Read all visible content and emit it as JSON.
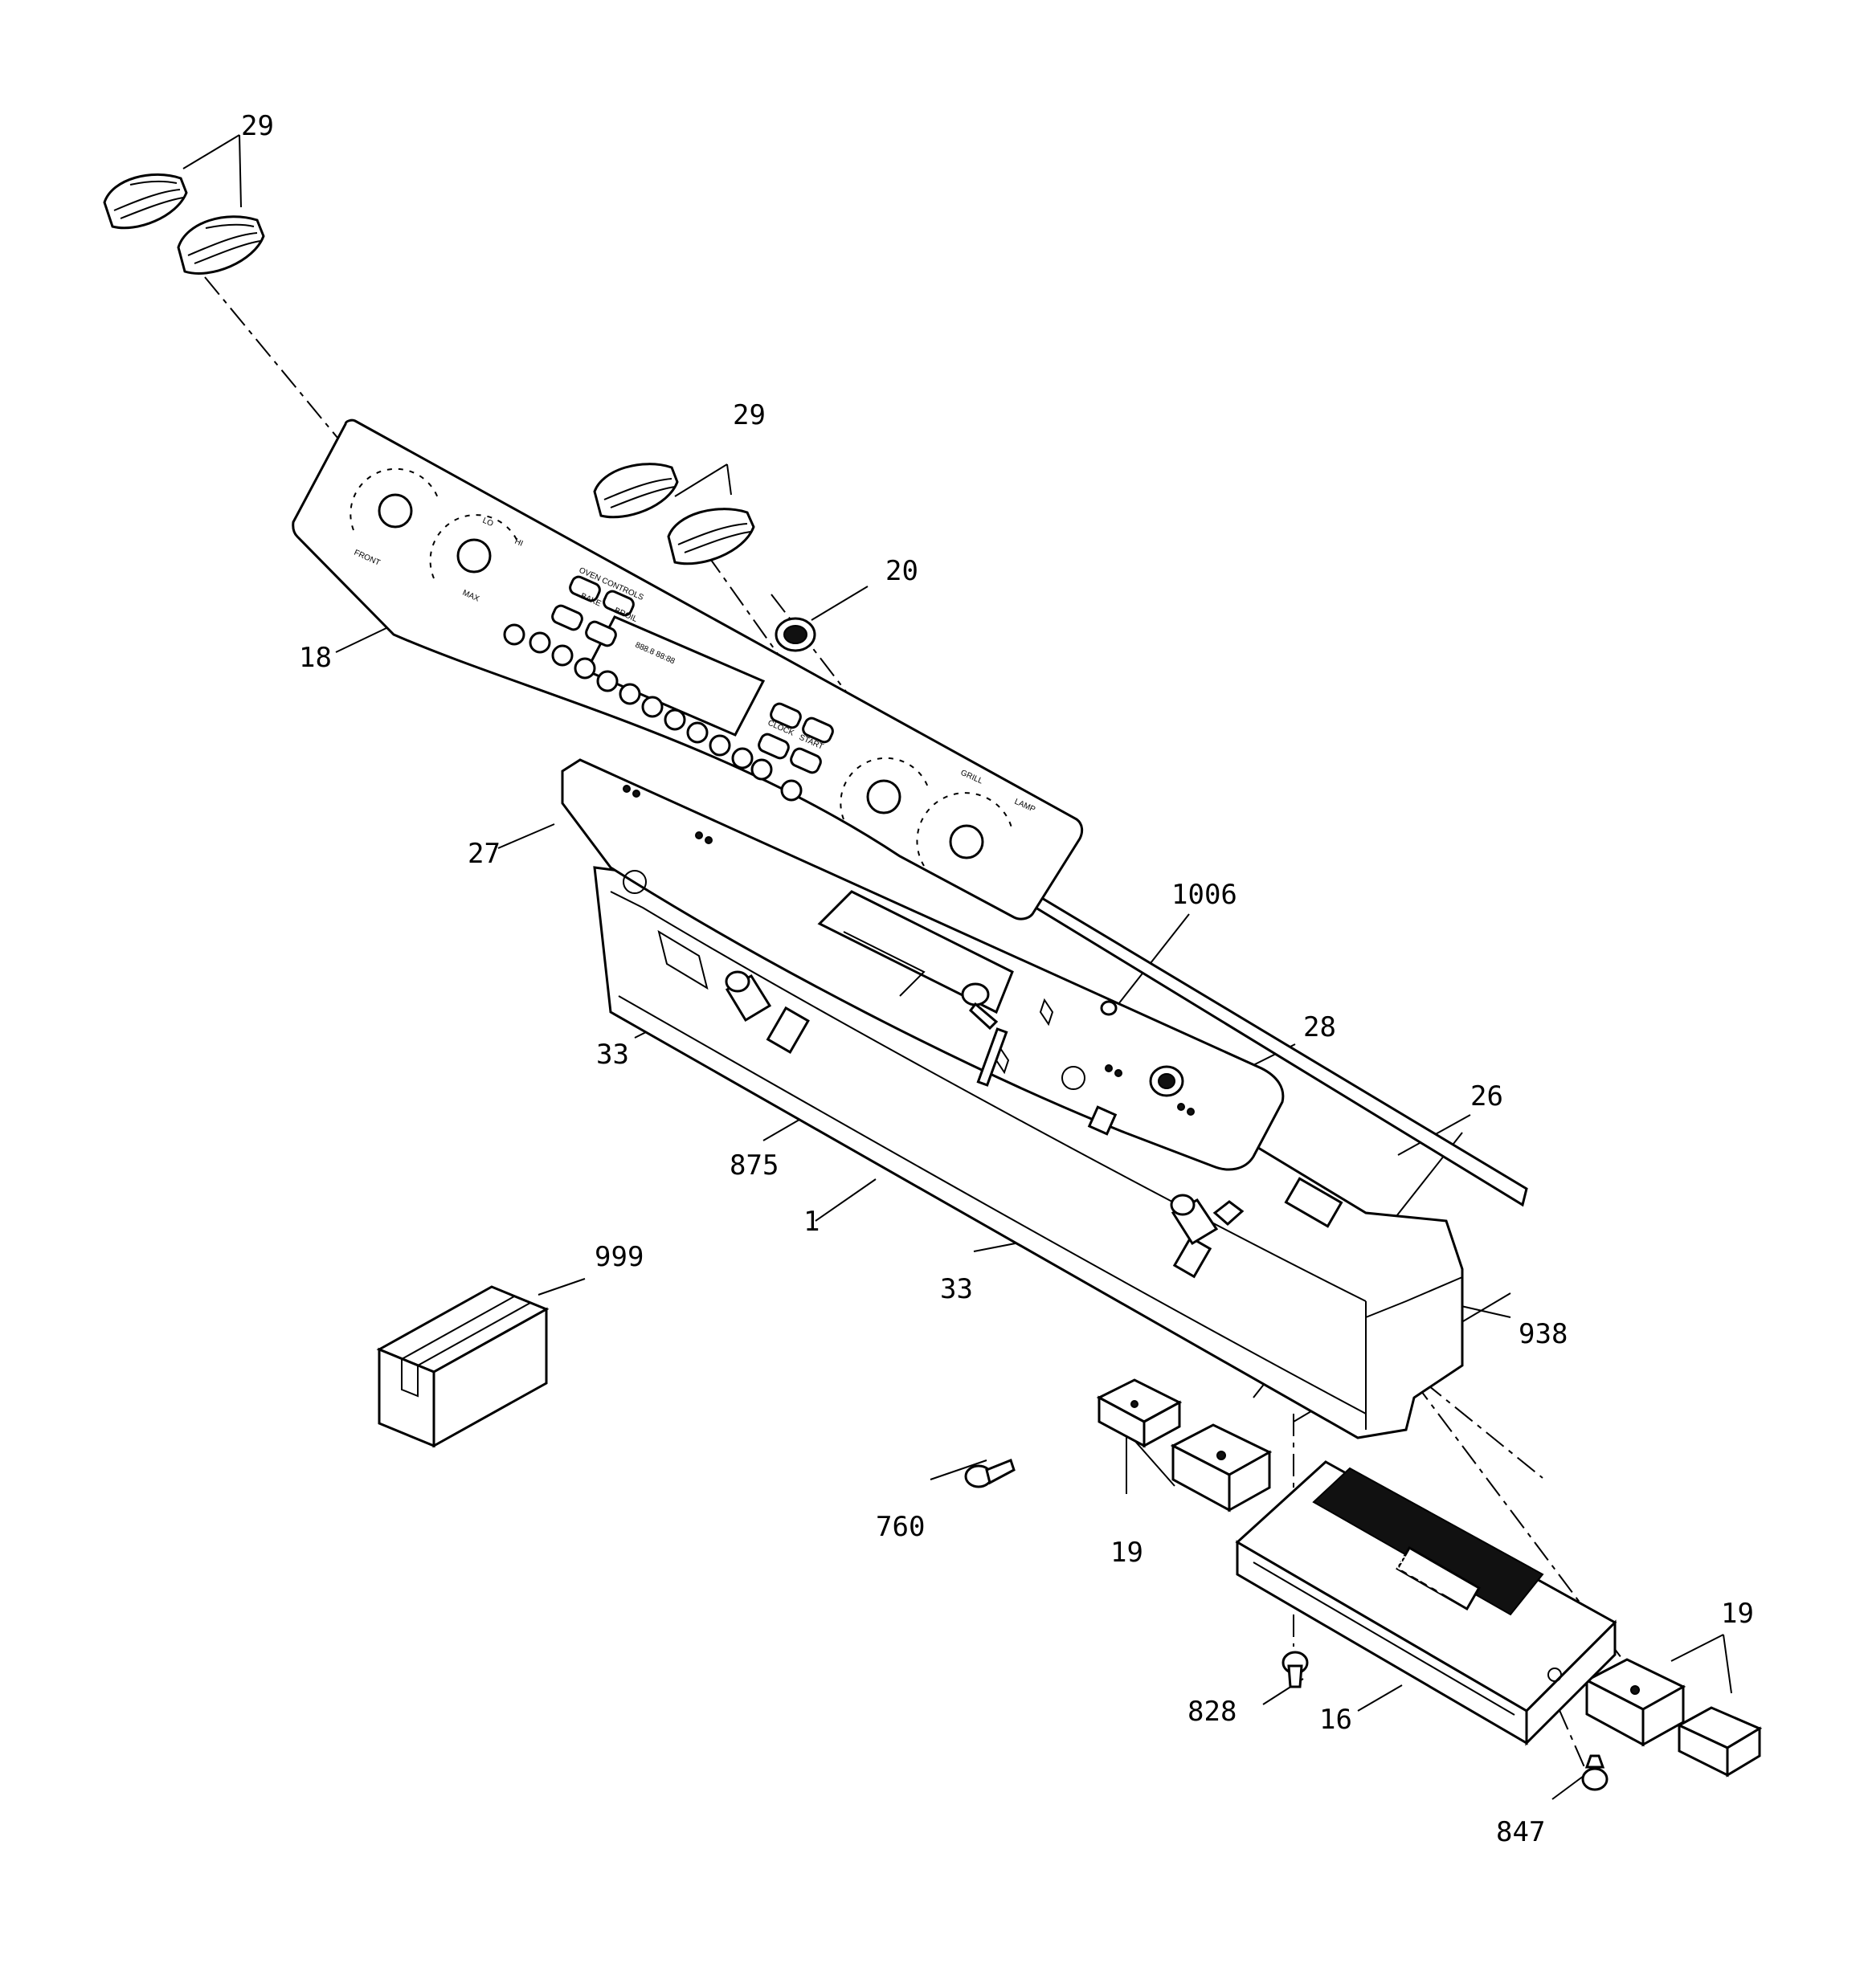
{
  "labels": {
    "l29a": "29",
    "l29b": "29",
    "l20": "20",
    "l18": "18",
    "l27": "27",
    "l1006": "1006",
    "l28": "28",
    "l26": "26",
    "l33a": "33",
    "l875": "875",
    "l1": "1",
    "l33b": "33",
    "l938": "938",
    "l999": "999",
    "l760": "760",
    "l19a": "19",
    "l19b": "19",
    "l828": "828",
    "l16": "16",
    "l847": "847"
  },
  "panel_text": {
    "oven_controls": "OVEN CONTROLS",
    "bake": "BAKE",
    "broil": "BROIL",
    "clock": "CLOCK",
    "start": "START",
    "lo": "LO",
    "hi": "HI",
    "max": "MAX",
    "front": "FRONT",
    "grill": "GRILL",
    "lamp": "LAMP"
  },
  "colors": {
    "ink": "#000000",
    "paper": "#ffffff"
  }
}
